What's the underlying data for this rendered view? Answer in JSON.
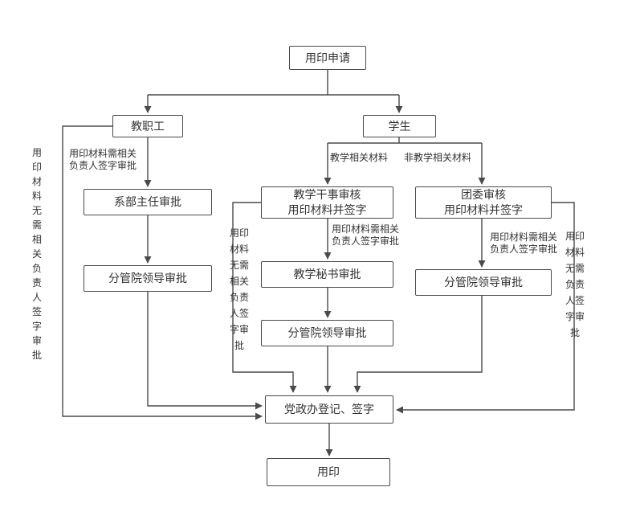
{
  "colors": {
    "background": "#ffffff",
    "line": "#4a4a4a",
    "box_border": "#4a4a4a",
    "text": "#333333"
  },
  "nodes": {
    "apply": "用印申请",
    "staff": "教职工",
    "student": "学生",
    "dept_head": "系部主任审批",
    "staff_dean": "分管院领导审批",
    "teach_clerk": "教学干事审核\n用印材料并签字",
    "league": "团委审核\n用印材料并签字",
    "teach_secretary": "教学秘书审批",
    "mid_dean": "分管院领导审批",
    "right_dean": "分管院领导审批",
    "office": "党政办登记、签字",
    "seal": "用印"
  },
  "edge_labels": {
    "staff_need_sign": "用印材料需相关\n负责人签字审批",
    "teaching_material": "教学相关材料",
    "non_teaching_material": "非教学相关材料",
    "teach_need_sign": "用印材料需相关\n负责人签字审批",
    "league_need_sign": "用印材料需相关\n负责人签字审批",
    "far_left_no_sign": "用印材料无需相关负责人签字审批",
    "mid_left_no_sign": "用印材料无需相关负责人签字审批",
    "right_no_sign": "用印材料无需负责人签字审批"
  }
}
